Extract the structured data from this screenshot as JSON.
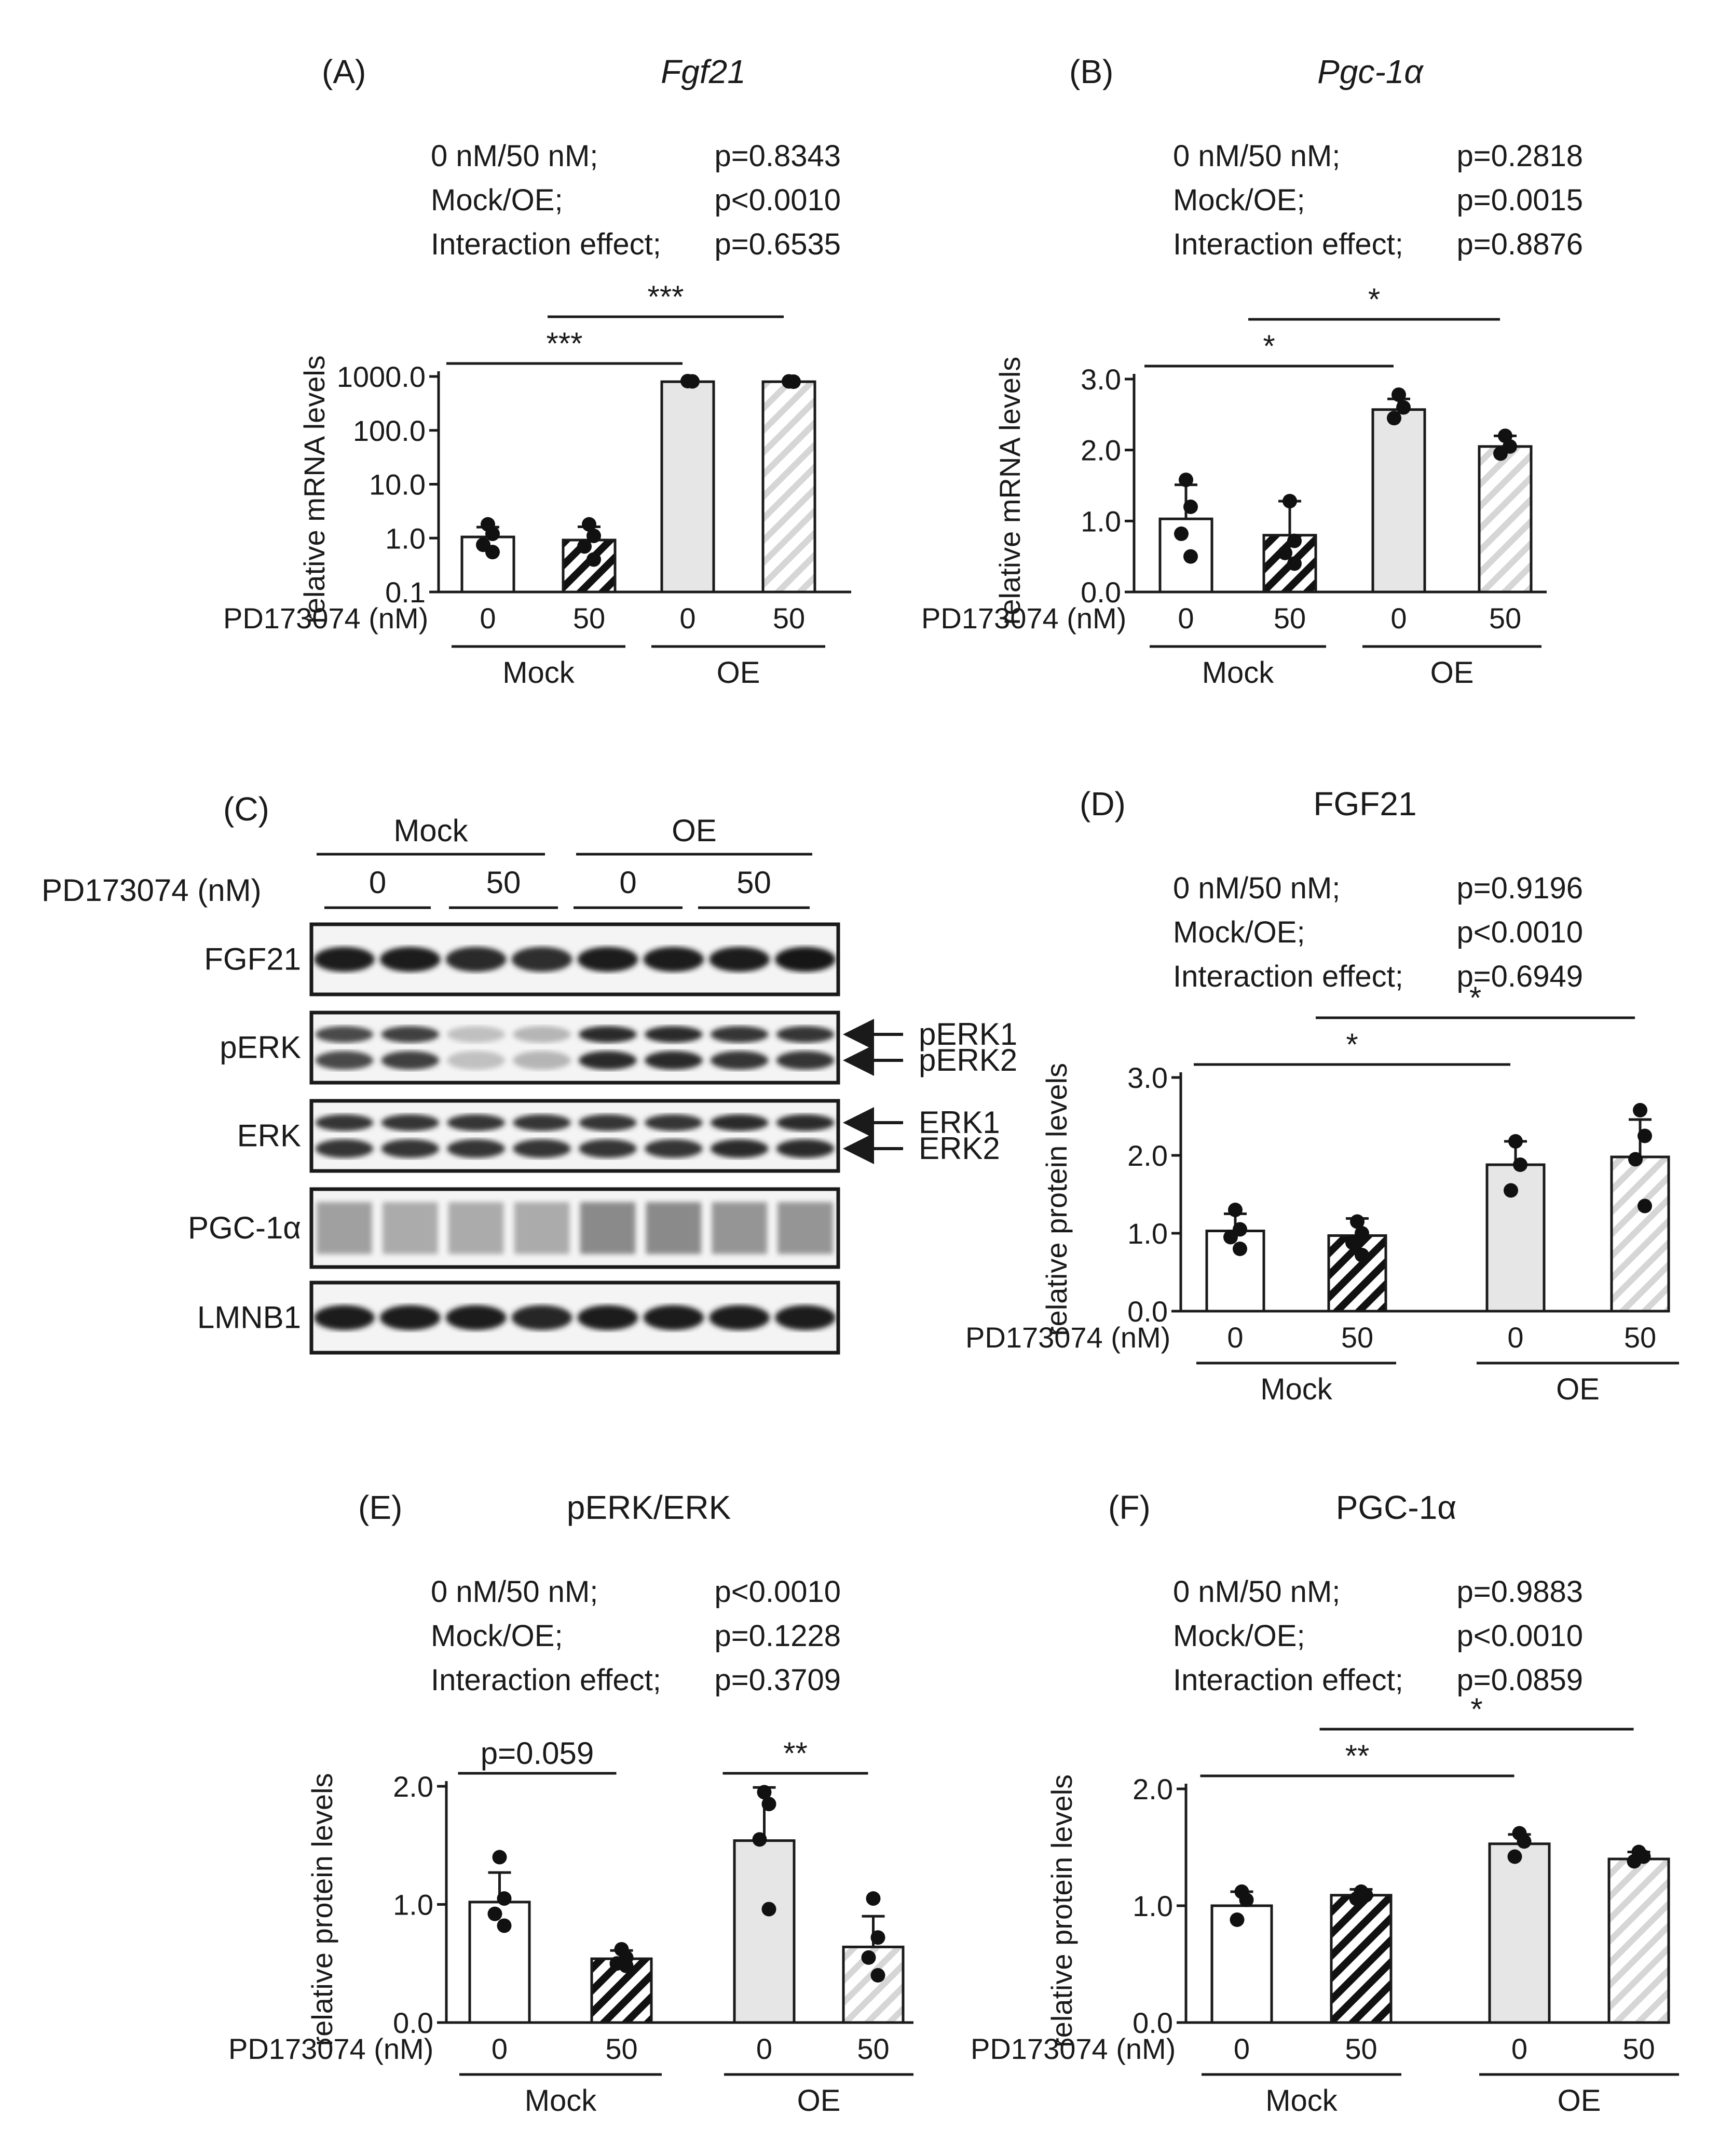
{
  "colors": {
    "ink": "#1a1a1a",
    "mock_fill": "#ffffff",
    "oe_fill": "#e6e6e6",
    "hatch_oe": "#d0d0d0",
    "dot": "#111111"
  },
  "chart_data": [
    {
      "panel_id": "A",
      "panel": "(A)",
      "title": "Fgf21",
      "title_italic": true,
      "type": "bar",
      "log_scale": true,
      "ylabel": "relative mRNA levels",
      "ylim": [
        0.1,
        1000
      ],
      "yticks": [
        0.1,
        1,
        10,
        100,
        1000
      ],
      "ytick_labels": [
        "0.1",
        "1.0",
        "10.0",
        "100.0",
        "1000.0"
      ],
      "xtitle": "PD173074 (nM)",
      "categories": [
        "0",
        "50",
        "0",
        "50"
      ],
      "groups": [
        "Mock",
        "OE"
      ],
      "stats": [
        {
          "label": "0 nM/50 nM;",
          "value": "p=0.8343"
        },
        {
          "label": "Mock/OE;",
          "value": "p<0.0010"
        },
        {
          "label": "Interaction effect;",
          "value": "p=0.6535"
        }
      ],
      "values": [
        1.05,
        0.92,
        800,
        800
      ],
      "errors": [
        0.55,
        0.7,
        0,
        0
      ],
      "points": [
        [
          1.8,
          1.2,
          0.75,
          0.55
        ],
        [
          1.8,
          1.1,
          0.7,
          0.4
        ],
        [
          820,
          810
        ],
        [
          810,
          800
        ]
      ],
      "sig": [
        {
          "from": 0,
          "to": 2,
          "text": "***",
          "level": 1
        },
        {
          "from": 1,
          "to": 3,
          "text": "***",
          "level": 2
        }
      ]
    },
    {
      "panel_id": "B",
      "panel": "(B)",
      "title": "Pgc-1α",
      "title_italic": true,
      "type": "bar",
      "log_scale": false,
      "ylabel": "relative mRNA levels",
      "ylim": [
        0,
        3
      ],
      "yticks": [
        0,
        1,
        2,
        3
      ],
      "ytick_labels": [
        "0.0",
        "1.0",
        "2.0",
        "3.0"
      ],
      "xtitle": "PD173074 (nM)",
      "categories": [
        "0",
        "50",
        "0",
        "50"
      ],
      "groups": [
        "Mock",
        "OE"
      ],
      "stats": [
        {
          "label": "0 nM/50 nM;",
          "value": "p=0.2818"
        },
        {
          "label": "Mock/OE;",
          "value": "p=0.0015"
        },
        {
          "label": "Interaction effect;",
          "value": "p=0.8876"
        }
      ],
      "values": [
        1.03,
        0.8,
        2.57,
        2.05
      ],
      "errors": [
        0.48,
        0.48,
        0.15,
        0.15
      ],
      "points": [
        [
          1.58,
          1.2,
          0.82,
          0.5
        ],
        [
          1.28,
          0.72,
          0.55,
          0.4
        ],
        [
          2.78,
          2.6,
          2.45
        ],
        [
          2.2,
          2.05,
          1.95
        ]
      ],
      "sig": [
        {
          "from": 0,
          "to": 2,
          "text": "*",
          "level": 1
        },
        {
          "from": 1,
          "to": 3,
          "text": "*",
          "level": 2
        }
      ]
    },
    {
      "panel_id": "D",
      "panel": "(D)",
      "title": "FGF21",
      "title_italic": false,
      "type": "bar",
      "log_scale": false,
      "ylabel": "relative protein levels",
      "ylim": [
        0,
        3
      ],
      "yticks": [
        0,
        1,
        2,
        3
      ],
      "ytick_labels": [
        "0.0",
        "1.0",
        "2.0",
        "3.0"
      ],
      "xtitle": "PD173074 (nM)",
      "categories": [
        "0",
        "50",
        "0",
        "50"
      ],
      "groups": [
        "Mock",
        "OE"
      ],
      "stats": [
        {
          "label": "0 nM/50 nM;",
          "value": "p=0.9196"
        },
        {
          "label": "Mock/OE;",
          "value": "p<0.0010"
        },
        {
          "label": "Interaction effect;",
          "value": "p=0.6949"
        }
      ],
      "values": [
        1.03,
        0.97,
        1.88,
        1.98
      ],
      "errors": [
        0.22,
        0.22,
        0.3,
        0.48
      ],
      "points": [
        [
          1.3,
          1.05,
          0.95,
          0.8
        ],
        [
          1.15,
          1.0,
          0.88,
          0.72
        ],
        [
          2.18,
          1.88,
          1.55
        ],
        [
          2.58,
          2.25,
          1.95,
          1.35
        ]
      ],
      "sig": [
        {
          "from": 0,
          "to": 2,
          "text": "*",
          "level": 1
        },
        {
          "from": 1,
          "to": 3,
          "text": "*",
          "level": 2
        }
      ]
    },
    {
      "panel_id": "E",
      "panel": "(E)",
      "title": "pERK/ERK",
      "title_italic": false,
      "type": "bar",
      "log_scale": false,
      "ylabel": "relative protein levels",
      "ylim": [
        0,
        2
      ],
      "yticks": [
        0,
        1,
        2
      ],
      "ytick_labels": [
        "0.0",
        "1.0",
        "2.0"
      ],
      "xtitle": "PD173074 (nM)",
      "categories": [
        "0",
        "50",
        "0",
        "50"
      ],
      "groups": [
        "Mock",
        "OE"
      ],
      "stats": [
        {
          "label": "0 nM/50 nM;",
          "value": "p<0.0010"
        },
        {
          "label": "Mock/OE;",
          "value": "p=0.1228"
        },
        {
          "label": "Interaction effect;",
          "value": "p=0.3709"
        }
      ],
      "values": [
        1.02,
        0.54,
        1.54,
        0.64
      ],
      "errors": [
        0.25,
        0.07,
        0.45,
        0.26
      ],
      "points": [
        [
          1.4,
          1.05,
          0.92,
          0.82
        ],
        [
          0.62,
          0.55,
          0.5,
          0.48
        ],
        [
          1.95,
          1.85,
          1.55,
          0.96
        ],
        [
          1.05,
          0.72,
          0.55,
          0.4
        ]
      ],
      "sig": [
        {
          "from": 0,
          "to": 1,
          "text": "p=0.059",
          "level": 1
        },
        {
          "from": 2,
          "to": 3,
          "text": "**",
          "level": 1
        }
      ]
    },
    {
      "panel_id": "F",
      "panel": "(F)",
      "title": "PGC-1α",
      "title_italic": false,
      "type": "bar",
      "log_scale": false,
      "ylabel": "relative protein levels",
      "ylim": [
        0,
        2
      ],
      "yticks": [
        0,
        1,
        2
      ],
      "ytick_labels": [
        "0.0",
        "1.0",
        "2.0"
      ],
      "xtitle": "PD173074 (nM)",
      "categories": [
        "0",
        "50",
        "0",
        "50"
      ],
      "groups": [
        "Mock",
        "OE"
      ],
      "stats": [
        {
          "label": "0 nM/50 nM;",
          "value": "p=0.9883"
        },
        {
          "label": "Mock/OE;",
          "value": "p<0.0010"
        },
        {
          "label": "Interaction effect;",
          "value": "p=0.0859"
        }
      ],
      "values": [
        1.0,
        1.09,
        1.53,
        1.4
      ],
      "errors": [
        0.12,
        0.05,
        0.08,
        0.06
      ],
      "points": [
        [
          1.12,
          1.05,
          0.88
        ],
        [
          1.12,
          1.09,
          1.06
        ],
        [
          1.62,
          1.55,
          1.42
        ],
        [
          1.46,
          1.42,
          1.38
        ]
      ],
      "sig": [
        {
          "from": 0,
          "to": 2,
          "text": "**",
          "level": 1
        },
        {
          "from": 1,
          "to": 3,
          "text": "*",
          "level": 2
        }
      ]
    }
  ],
  "blot": {
    "panel": "(C)",
    "treatment_label": "PD173074 (nM)",
    "groups": [
      "Mock",
      "OE"
    ],
    "doses": [
      "0",
      "50",
      "0",
      "50"
    ],
    "rows": [
      {
        "name": "FGF21",
        "type": "single",
        "intensity": [
          0.95,
          0.95,
          0.9,
          0.88,
          0.95,
          0.95,
          0.95,
          0.98
        ]
      },
      {
        "name": "pERK",
        "type": "double",
        "intensity": [
          0.75,
          0.8,
          0.2,
          0.25,
          0.9,
          0.9,
          0.85,
          0.85
        ],
        "bands": [
          "pERK1",
          "pERK2"
        ]
      },
      {
        "name": "ERK",
        "type": "double",
        "intensity": [
          0.85,
          0.85,
          0.85,
          0.85,
          0.85,
          0.85,
          0.9,
          0.9
        ],
        "bands": [
          "ERK1",
          "ERK2"
        ]
      },
      {
        "name": "PGC-1α",
        "type": "smear",
        "intensity": [
          0.35,
          0.3,
          0.3,
          0.3,
          0.45,
          0.45,
          0.4,
          0.4
        ]
      },
      {
        "name": "LMNB1",
        "type": "single",
        "intensity": [
          0.95,
          0.95,
          0.95,
          0.92,
          0.95,
          0.95,
          0.95,
          0.95
        ]
      }
    ]
  }
}
